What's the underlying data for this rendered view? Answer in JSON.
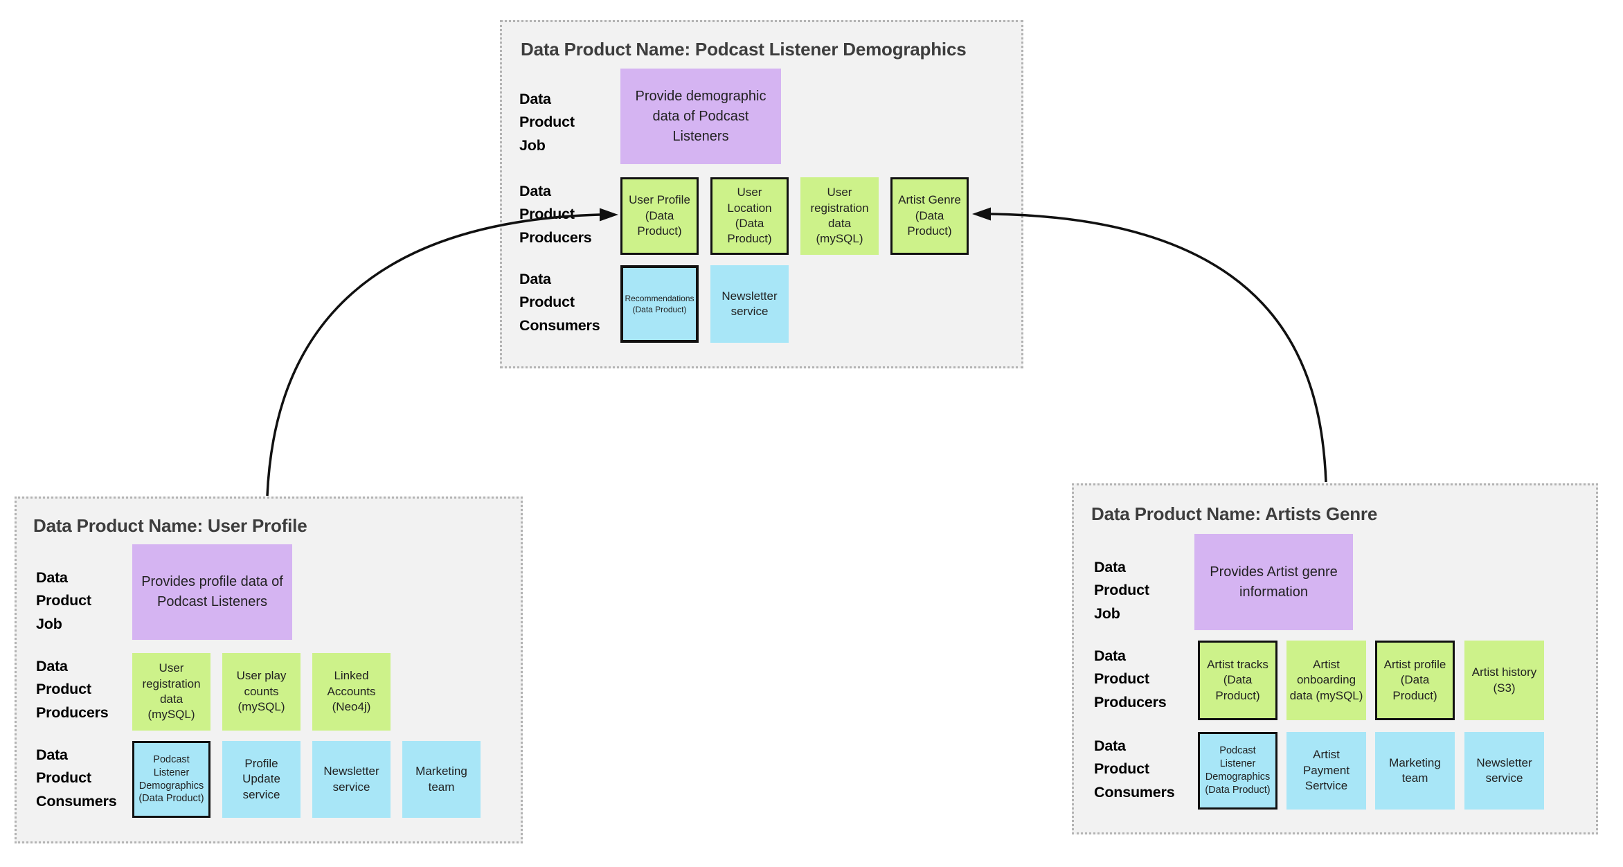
{
  "colors": {
    "panel_background": "#f2f2f2",
    "panel_border": "#b3b3b3",
    "job_note": "#d5b4f2",
    "producer_note": "#cdf28a",
    "consumer_note": "#a8e6f7",
    "note_outline": "#111111",
    "arrow": "#111111",
    "title_text": "#3d3d3d",
    "label_text": "#000000",
    "note_text": "#222222"
  },
  "row_labels": {
    "job": "Data Product Job",
    "producers": "Data Product Producers",
    "consumers": "Data Product Consumers"
  },
  "panels": {
    "demographics": {
      "title": "Data Product Name: Podcast Listener Demographics",
      "job": "Provide demographic data of Podcast Listeners",
      "producers": [
        "User Profile (Data Product)",
        "User Location (Data Product)",
        "User registration data (mySQL)",
        "Artist Genre (Data Product)"
      ],
      "consumers": [
        "Recommendations (Data Product)",
        "Newsletter service"
      ]
    },
    "user_profile": {
      "title": "Data Product Name: User Profile",
      "job": "Provides profile data of Podcast Listeners",
      "producers": [
        "User registration data (mySQL)",
        "User play counts (mySQL)",
        "Linked Accounts (Neo4j)"
      ],
      "consumers": [
        "Podcast Listener Demographics (Data Product)",
        "Profile Update service",
        "Newsletter service",
        "Marketing team"
      ]
    },
    "artists_genre": {
      "title": "Data Product Name: Artists Genre",
      "job": "Provides Artist genre information",
      "producers": [
        "Artist tracks (Data Product)",
        "Artist onboarding data (mySQL)",
        "Artist profile (Data Product)",
        "Artist history (S3)"
      ],
      "consumers": [
        "Podcast Listener Demographics (Data Product)",
        "Artist Payment Sertvice",
        "Marketing team",
        "Newsletter service"
      ]
    }
  }
}
